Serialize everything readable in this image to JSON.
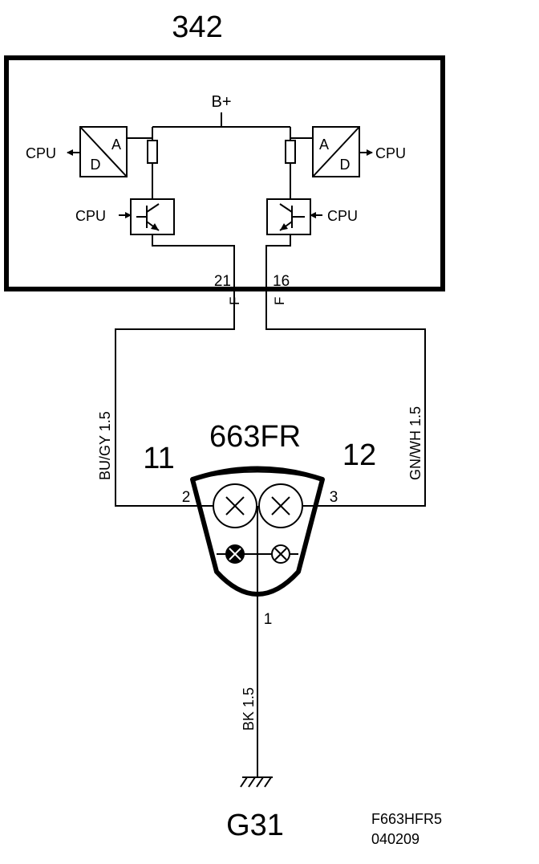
{
  "module": {
    "id": "342",
    "supply_label": "B+",
    "cpu_label": "CPU",
    "adc_a": "A",
    "adc_d": "D",
    "pins": [
      "21",
      "16"
    ],
    "pin_marks": [
      "F",
      "F"
    ]
  },
  "wires": {
    "left": "BU/GY  1.5",
    "right": "GN/WH  1.5",
    "ground": "BK  1.5"
  },
  "lamp": {
    "id": "663FR",
    "left_number": "11",
    "right_number": "12",
    "pins": [
      "2",
      "3",
      "1"
    ]
  },
  "ground": {
    "id": "G31"
  },
  "footer": {
    "code": "F663HFR5",
    "date": "040209"
  }
}
